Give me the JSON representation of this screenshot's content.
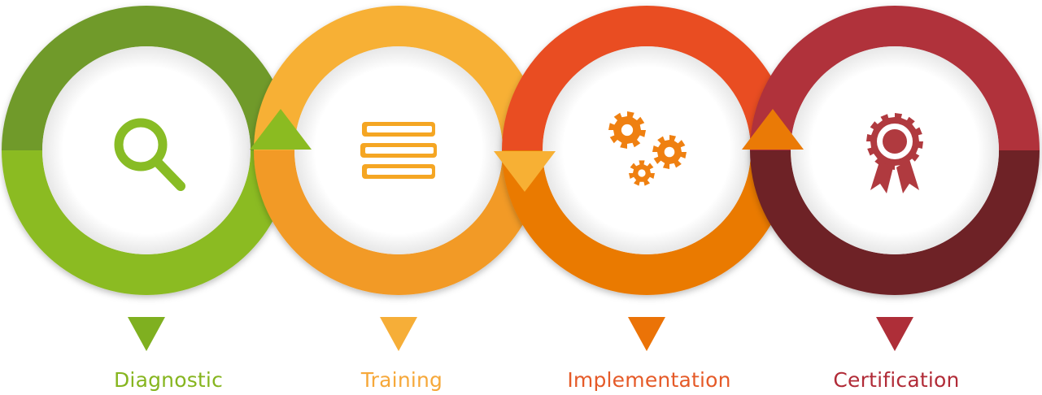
{
  "steps": [
    {
      "id": "diagnostic",
      "label": "Diagnostic",
      "icon": "magnifier-icon",
      "color_top": "#6F9A2C",
      "color_bottom": "#8BBB21",
      "label_color": "#86B51F",
      "pointer_color": "#7FB020",
      "icon_color": "#88BC25"
    },
    {
      "id": "training",
      "label": "Training",
      "icon": "books-icon",
      "color_top": "#F7B034",
      "color_bottom": "#F29A26",
      "label_color": "#F6A83A",
      "pointer_color": "#F6AE38",
      "icon_color": "#F5A623"
    },
    {
      "id": "implementation",
      "label": "Implementation",
      "icon": "gears-icon",
      "color_top": "#E94E22",
      "color_bottom": "#EA7A06",
      "label_color": "#E55A28",
      "pointer_color": "#EB7307",
      "icon_color": "#EF8011"
    },
    {
      "id": "certification",
      "label": "Certification",
      "icon": "award-ribbon-icon",
      "color_top": "#B0303A",
      "color_bottom": "#6E2228",
      "label_color": "#B12B37",
      "pointer_color": "#AE2E38",
      "icon_color": "#B03A3F"
    }
  ]
}
